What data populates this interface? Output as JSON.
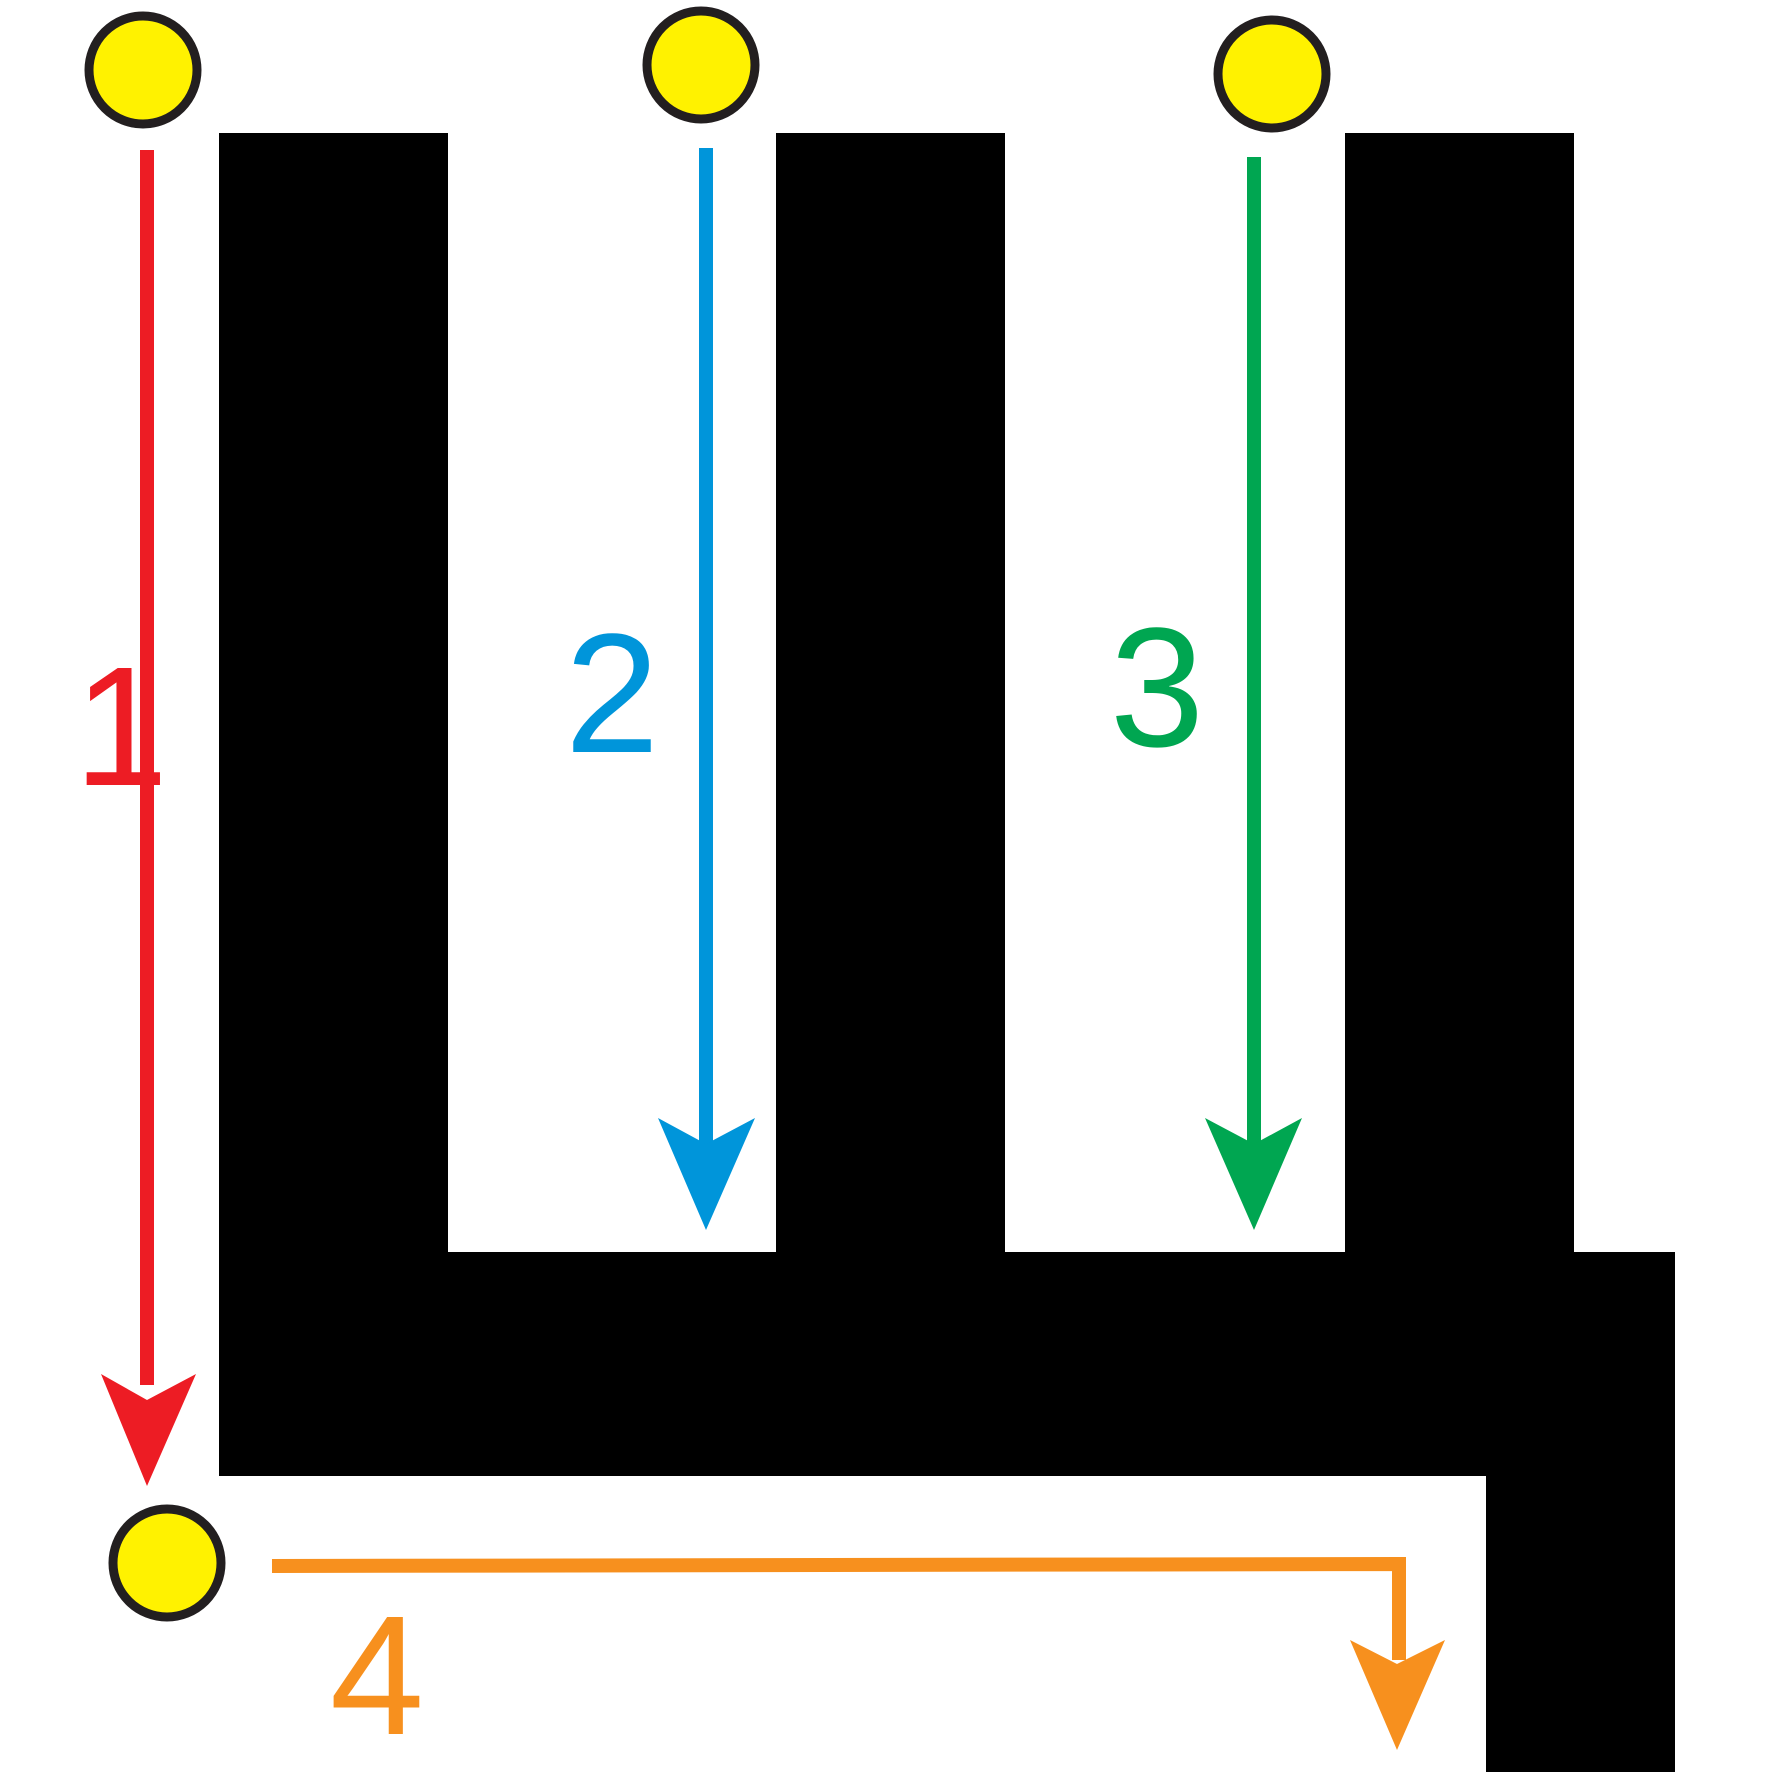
{
  "letter": {
    "color": "#000000"
  },
  "start_dot": {
    "fill": "#FFF200",
    "outline": "#231F20"
  },
  "strokes": [
    {
      "number": "1",
      "color": "#ED1C24",
      "direction": "down"
    },
    {
      "number": "2",
      "color": "#0095DA",
      "direction": "down"
    },
    {
      "number": "3",
      "color": "#00A651",
      "direction": "down"
    },
    {
      "number": "4",
      "color": "#F7901E",
      "direction": "right-then-down"
    }
  ]
}
